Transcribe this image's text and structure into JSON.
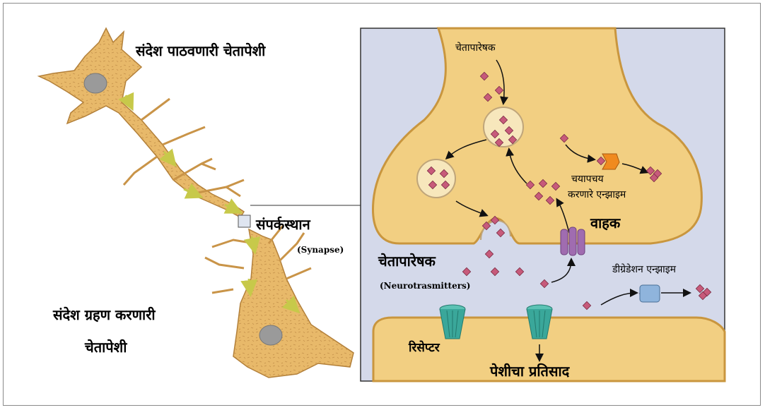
{
  "labels": {
    "sender_neuron": "संदेश पाठवणारी चेतापेशी",
    "synapse": "संपर्कस्थान",
    "synapse_en": "(Synapse)",
    "receiver_neuron_line1": "संदेश ग्रहण करणारी",
    "receiver_neuron_line2": "चेतापेशी",
    "neurotransmitter_top": "चेतापारेषक",
    "metabolic_enzyme_line1": "चयापचय",
    "metabolic_enzyme_line2": "करणारे एन्झाइम",
    "transporter": "वाहक",
    "neurotransmitter_mid": "चेतापारेषक",
    "neurotransmitter_en": "(Neurotrasmitters)",
    "degradation_enzyme": "डीग्रेडेशन एन्झाइम",
    "receptor": "रिसेप्टर",
    "cell_response": "पेशीचा प्रतिसाद"
  },
  "colors": {
    "neuron_fill": "#e8b96a",
    "neuron_stroke": "#b3803a",
    "panel_bg": "#d4d9ea",
    "terminal_fill": "#f2cf82",
    "neurotransmitter": "#c75a7a",
    "receptor": "#3aa79a",
    "transporter": "#a06cb0",
    "metabolic_enzyme": "#f08a1f",
    "degradation_enzyme": "#8fb4dc"
  }
}
